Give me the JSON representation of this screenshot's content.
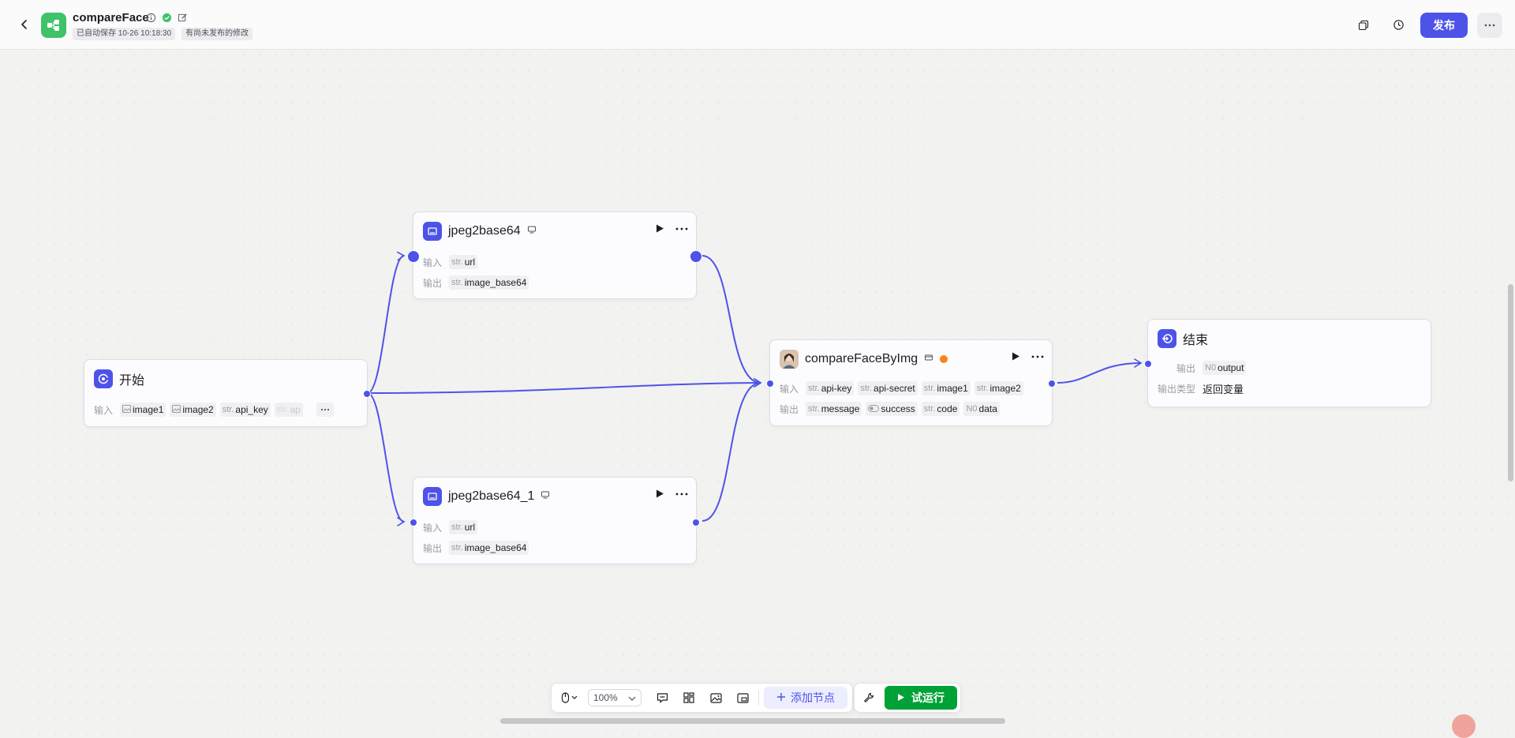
{
  "header": {
    "app_title": "compareFace",
    "autosave_tag": "已自动保存 10-26 10:18:30",
    "unpublished_tag": "有尚未发布的修改",
    "publish_label": "发布",
    "icons": [
      "back-icon",
      "info-icon",
      "check-circle-icon",
      "edit-icon",
      "copy-icon",
      "history-icon",
      "more-icon"
    ]
  },
  "nodes": {
    "start": {
      "title": "开始",
      "input_label": "输入",
      "inputs": [
        {
          "type": "img",
          "name": "image1"
        },
        {
          "type": "img",
          "name": "image2"
        },
        {
          "type": "str.",
          "name": "api_key"
        },
        {
          "type": "str.",
          "name": "ap"
        }
      ]
    },
    "jpeg1": {
      "title": "jpeg2base64",
      "input_label": "输入",
      "output_label": "输出",
      "input": {
        "type": "str.",
        "name": "url"
      },
      "output": {
        "type": "str.",
        "name": "image_base64"
      }
    },
    "jpeg2": {
      "title": "jpeg2base64_1",
      "input_label": "输入",
      "output_label": "输出",
      "input": {
        "type": "str.",
        "name": "url"
      },
      "output": {
        "type": "str.",
        "name": "image_base64"
      }
    },
    "compare": {
      "title": "compareFaceByImg",
      "input_label": "输入",
      "output_label": "输出",
      "inputs": [
        {
          "type": "str.",
          "name": "api-key"
        },
        {
          "type": "str.",
          "name": "api-secret"
        },
        {
          "type": "str.",
          "name": "image1"
        },
        {
          "type": "str.",
          "name": "image2"
        }
      ],
      "outputs": [
        {
          "type": "str.",
          "name": "message"
        },
        {
          "type": "bool",
          "name": "success"
        },
        {
          "type": "str.",
          "name": "code"
        },
        {
          "type": "N0",
          "name": "data"
        }
      ]
    },
    "end": {
      "title": "结束",
      "output_label": "输出",
      "output_type_label": "输出类型",
      "output": {
        "type": "N0",
        "name": "output"
      },
      "output_type_value": "返回变量"
    }
  },
  "toolbar": {
    "zoom": "100%",
    "add_node_label": "添加节点",
    "run_label": "试运行"
  },
  "colors": {
    "accent": "#4d53e8",
    "run_green": "#00a136",
    "app_icon_green": "#3ec26a",
    "warning_orange": "#ff811a"
  }
}
